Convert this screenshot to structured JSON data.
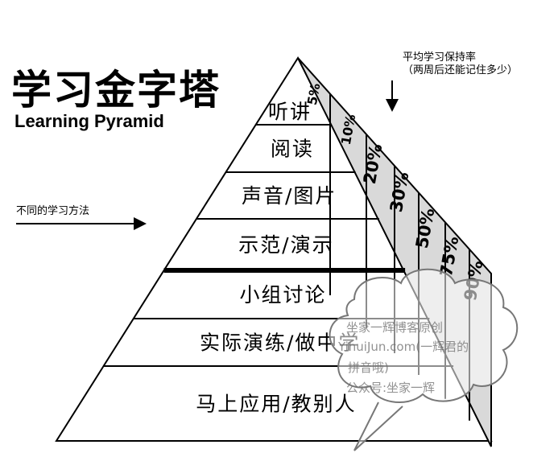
{
  "title": {
    "zh": "学习金字塔",
    "en": "Learning Pyramid"
  },
  "right_note": {
    "line1": "平均学习保持率",
    "line2": "（两周后还能记住多少）"
  },
  "left_note": "不同的学习方法",
  "layers": [
    {
      "label": "听讲",
      "rate": "5%"
    },
    {
      "label": "阅读",
      "rate": "10%"
    },
    {
      "label": "声音/图片",
      "rate": "20%"
    },
    {
      "label": "示范/演示",
      "rate": "30%"
    },
    {
      "label": "小组讨论",
      "rate": "50%"
    },
    {
      "label": "实际演练/做中学",
      "rate": "75%"
    },
    {
      "label": "马上应用/教别人",
      "rate": "90%"
    }
  ],
  "watermark": {
    "line1": "坐家一辉博客原创",
    "line2": "YihuiJun.com(一辉君的",
    "line3": "拼音哦)",
    "line4": "公众号:坐家一辉"
  }
}
